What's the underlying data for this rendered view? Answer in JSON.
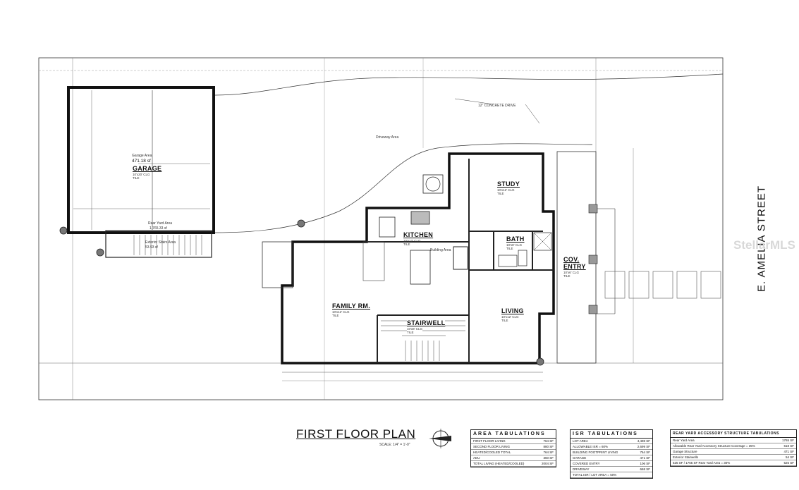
{
  "title": "FIRST FLOOR PLAN",
  "scale": "SCALE: 1/4\" = 1'-0\"",
  "street": "E. AMELIA STREET",
  "watermark": "StellarMLS",
  "rooms": {
    "garage": {
      "name": "GARAGE",
      "area_label": "Garage Area",
      "area": "471.18 sf",
      "sub": "10'x20' CLG\nTILE"
    },
    "kitchen": {
      "name": "KITCHEN",
      "sub": "10'x12' CLG\nTILE"
    },
    "study": {
      "name": "STUDY",
      "sub": "10'x12' CLG\nTILE"
    },
    "bath": {
      "name": "BATH",
      "sub": "10'x8' CLG\nTILE"
    },
    "cov_entry": {
      "name": "COV. ENTRY",
      "sub": "10'x6' CLG\nTILE"
    },
    "family": {
      "name": "FAMILY RM.",
      "sub": "10'x12' CLG\nTILE"
    },
    "stairwell": {
      "name": "STAIRWELL",
      "sub": "10'x8' CLG\nTILE"
    },
    "living": {
      "name": "LIVING",
      "sub": "10'x12' CLG\nTILE"
    }
  },
  "notes": {
    "driveway": "Driveway Area",
    "concrete_drive": "12\" CONCRETE DRIVE",
    "rear_yard": "Rear Yard Area",
    "rear_yard_area": "1,765.33 sf",
    "ext_stair": "Exterior Stairs Area",
    "ext_stair_area": "53.93 sf",
    "building_area": "Building Area"
  },
  "tables": {
    "area": {
      "title": "AREA TABULATIONS",
      "rows": [
        [
          "FIRST FLOOR LIVING",
          "764 SF"
        ],
        [
          "SECOND FLOOR LIVING",
          "880 SF"
        ],
        [
          "HEATED/COOLED TOTAL",
          "764 SF"
        ],
        [
          "ADU",
          "360 SF"
        ],
        [
          "TOTAL LIVING (HEATED/COOLED)",
          "2004 SF"
        ]
      ]
    },
    "isr": {
      "title": "ISR TABULATIONS",
      "rows": [
        [
          "LOT AREA",
          "4,498 SF"
        ],
        [
          "ALLOWABLE ISR = 60%",
          "2,699 SF"
        ],
        [
          "BUILDING FOOTPRINT LIVING",
          "764 SF"
        ],
        [
          "GARAGE",
          "471 SF"
        ],
        [
          "COVERED ENTRY",
          "106 SF"
        ],
        [
          "DRIVEWAY",
          "668 SF"
        ]
      ],
      "footer": "TOTAL ISR / LOT AREA = 50%"
    },
    "rear_yard": {
      "title": "REAR YARD ACCESSORY STRUCTURE TABULATIONS",
      "rows": [
        [
          "Rear Yard Area",
          "1765 SF"
        ],
        [
          "Allowable Rear Yard Accessory Structure Coverage = 35%",
          "618 SF"
        ],
        [
          "Garage Structure",
          "471 SF"
        ],
        [
          "Exterior Stairwells",
          "54 SF"
        ]
      ],
      "footer": [
        "525 SF / 1765 SF Rear Yard Area = 30%",
        "525 SF"
      ]
    }
  }
}
